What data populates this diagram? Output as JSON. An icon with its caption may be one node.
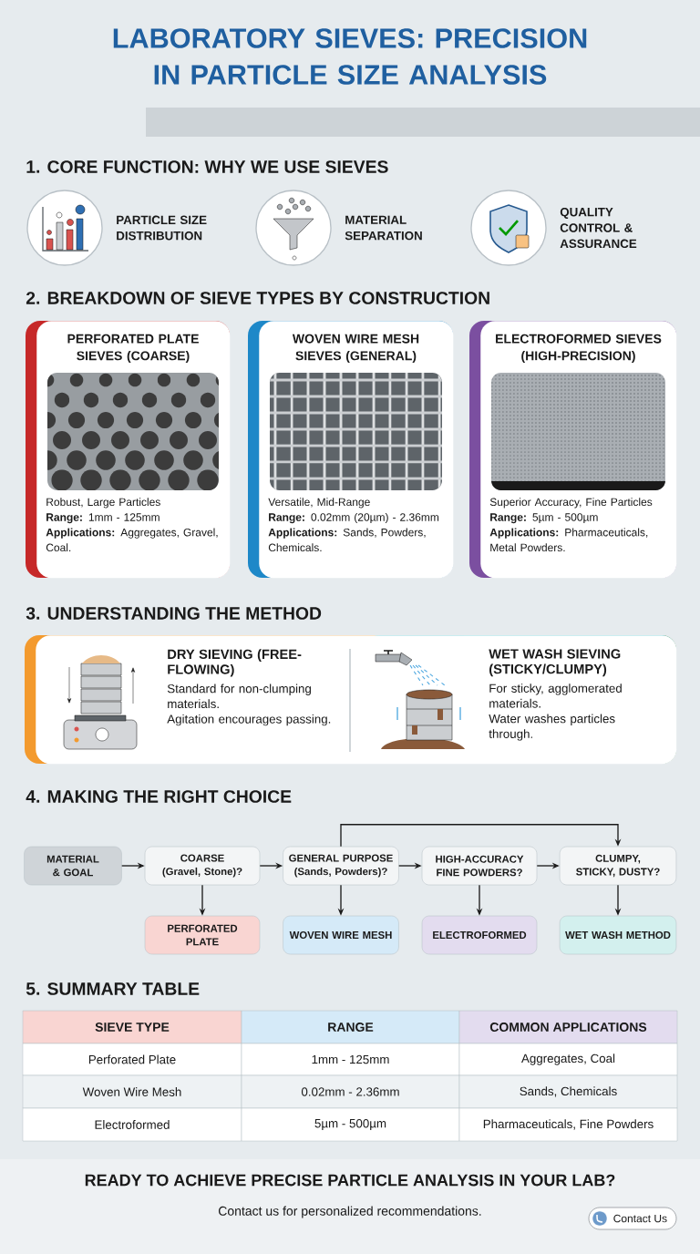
{
  "diagram": {
    "title": "LABORATORY SIEVES: PRECISION IN PARTICLE SIZE ANALYSIS",
    "nodes": [
      {
        "text": [
          "PERFORATED PLATE SIEVES (COARSE)",
          "Robust, Large Particles",
          "**Range:** 1mm - 125mm",
          "**Applications:** Aggregates, Gravel, Coal."
        ]
      },
      {
        "text": [
          "WOVEN WIRE MESH SIEVES (GENERAL)",
          "Versatile, Mid-Range",
          "**Range:** 0.02mm (20µm) - 2.36mm",
          "**Applications:** Sands, Powders, Chemicals."
        ]
      },
      {
        "text": [
          "ELECTROFORMED SIEVES (HIGH-PRECISION)",
          "Superior Accuracy, Fine Particles",
          "**Range:** 5µm - 500µm",
          "**Applications:** Pharmaceuticals, Metal Powders."
        ]
      },
      {
        "text": [
          "DRY SIEVING (FREE-FLOWING)",
          "Standard for non-clumping materials.",
          "Agitation encourages passing.",
          "WET WASH SIEVING (STICKY/CLUMPY)",
          "For sticky, agglomerated materials.",
          "Water washes particles through."
        ]
      },
      {
        "text": [
          "MATERIAL & GOAL"
        ]
      },
      {
        "text": [
          "COARSE (Gravel, Stone)?"
        ]
      },
      {
        "text": [
          "GENERAL PURPOSE (Sands, Powders)?"
        ]
      },
      {
        "text": [
          "HIGH-ACCURACY FINE POWDERS?"
        ]
      },
      {
        "text": [
          "CLUMPY, STICKY, DUSTY?"
        ]
      },
      {
        "text": [
          "PERFORATED PLATE"
        ]
      },
      {
        "text": [
          "WOVEN WIRE MESH"
        ]
      },
      {
        "text": [
          "ELECTROFORMED"
        ]
      },
      {
        "text": [
          "WET WASH METHOD"
        ]
      }
    ],
    "edges": [
      {
        "from": 4,
        "to": 5,
        "arrow": "to"
      },
      {
        "from": 5,
        "to": 6,
        "arrow": "to"
      },
      {
        "from": 6,
        "to": 7,
        "arrow": "to"
      },
      {
        "from": 7,
        "to": 8,
        "arrow": "to"
      },
      {
        "from": 6,
        "to": 8,
        "arrow": "to"
      },
      {
        "from": 5,
        "to": 9,
        "arrow": "to"
      },
      {
        "from": 6,
        "to": 10,
        "arrow": "to"
      },
      {
        "from": 7,
        "to": 11,
        "arrow": "to"
      },
      {
        "from": 8,
        "to": 12,
        "arrow": "to"
      }
    ],
    "labels": [
      "1. CORE FUNCTION: WHY WE USE SIEVES",
      "PARTICLE SIZE DISTRIBUTION",
      "MATERIAL SEPARATION",
      "QUALITY CONTROL & ASSURANCE",
      "2. BREAKDOWN OF SIEVE TYPES BY CONSTRUCTION",
      "3. UNDERSTANDING THE METHOD",
      "4. MAKING THE RIGHT CHOICE",
      "5. SUMMARY TABLE",
      "SIEVE TYPE",
      "RANGE",
      "COMMON APPLICATIONS",
      "Perforated Plate",
      "1mm - 125mm",
      "Aggregates, Coal",
      "Woven Wire Mesh",
      "0.02mm - 2.36mm",
      "Sands, Chemicals",
      "Electroformed",
      "5µm - 500µm",
      "Pharmaceuticals, Fine Powders",
      "READY TO ACHIEVE PRECISE PARTICLE ANALYSIS IN YOUR LAB?",
      "Contact us for personalized recommendations.",
      "Contact Us"
    ]
  }
}
